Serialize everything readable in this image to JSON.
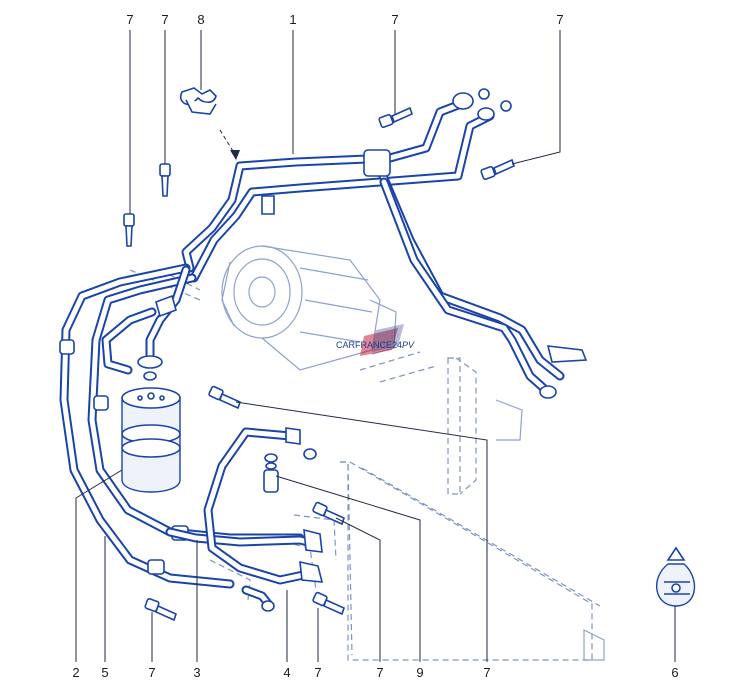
{
  "diagram": {
    "callouts": {
      "top_7a": "7",
      "top_7b": "7",
      "top_8": "8",
      "top_1": "1",
      "top_7c": "7",
      "top_7d": "7",
      "bottom_2": "2",
      "bottom_5": "5",
      "bottom_7a": "7",
      "bottom_3": "3",
      "bottom_4": "4",
      "bottom_7b": "7",
      "bottom_7c": "7",
      "bottom_9": "9",
      "bottom_7d": "7",
      "bottom_6": "6"
    },
    "watermark": {
      "text": "CARFRANCE24",
      "suffix": "PV"
    }
  },
  "colors": {
    "pipe": "#1b44a8",
    "label": "#1a1a1a",
    "watermark_accent": "#c2233a"
  }
}
